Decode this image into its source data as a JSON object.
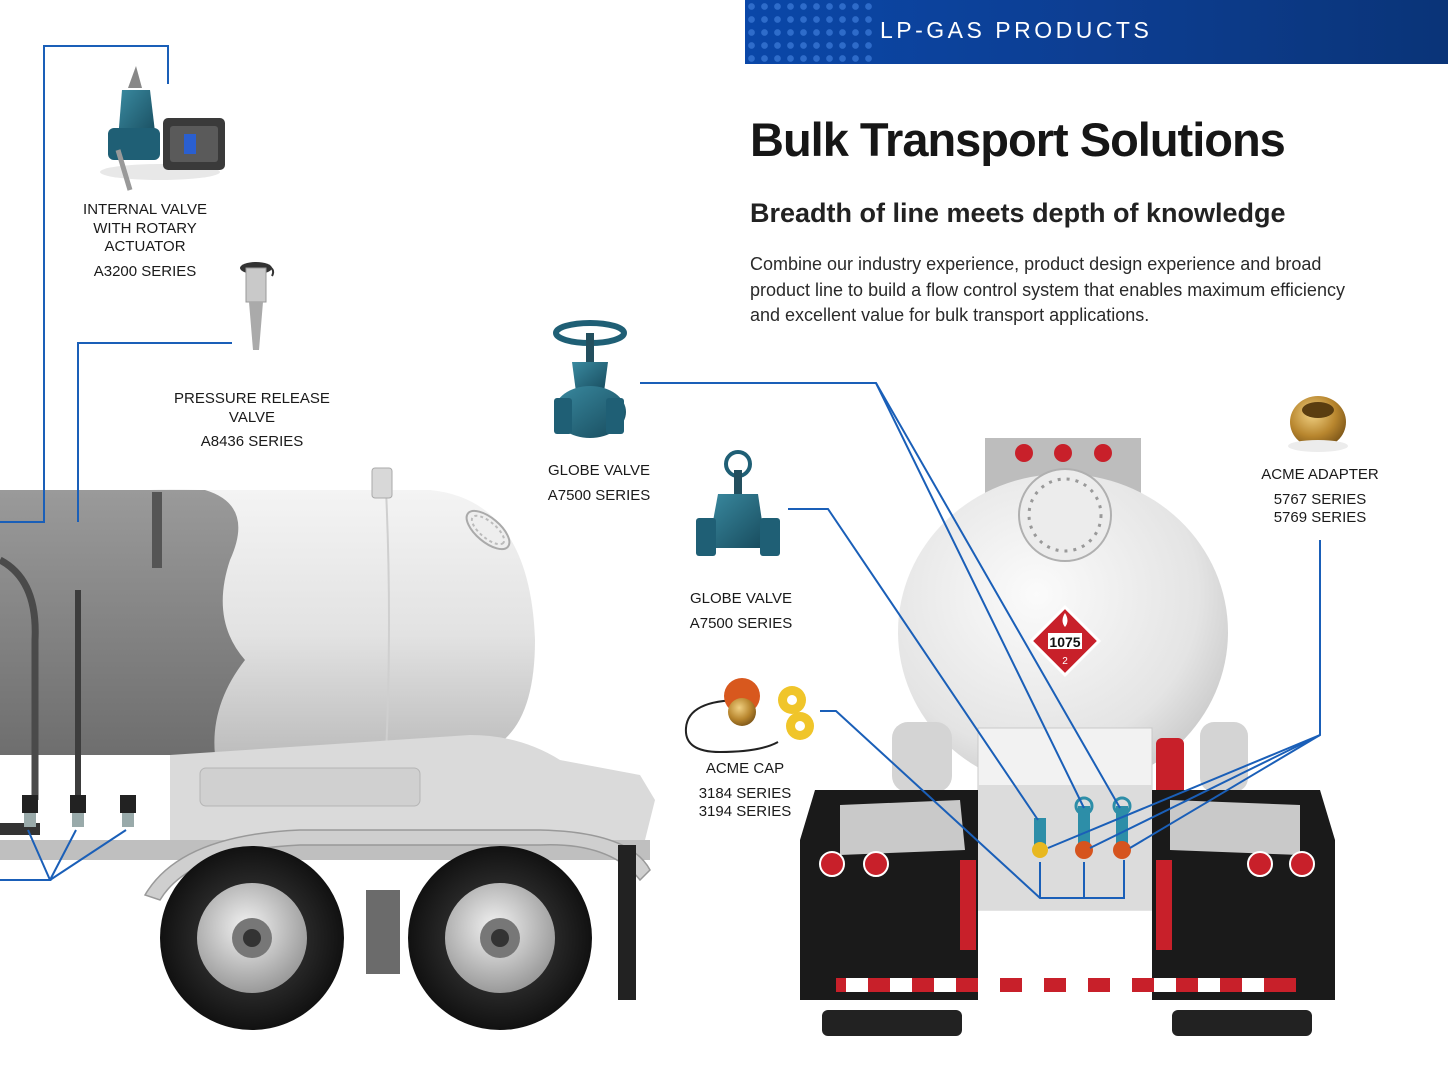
{
  "header": {
    "banner_title": "LP-GAS PRODUCTS"
  },
  "intro": {
    "title": "Bulk Transport Solutions",
    "subtitle": "Breadth of line meets depth of knowledge",
    "body": "Combine our industry experience, product design experience and broad product line to build a flow control system that enables maximum efficiency and excellent value for bulk transport applications."
  },
  "products": [
    {
      "name_lines": [
        "INTERNAL VALVE",
        "WITH ROTARY",
        "ACTUATOR"
      ],
      "series_lines": [
        "A3200 SERIES"
      ]
    },
    {
      "name_lines": [
        "PRESSURE RELEASE",
        "VALVE"
      ],
      "series_lines": [
        "A8436 SERIES"
      ]
    },
    {
      "name_lines": [
        "GLOBE VALVE"
      ],
      "series_lines": [
        "A7500 SERIES"
      ]
    },
    {
      "name_lines": [
        "GLOBE VALVE"
      ],
      "series_lines": [
        "A7500 SERIES"
      ]
    },
    {
      "name_lines": [
        "ACME CAP"
      ],
      "series_lines": [
        "3184 SERIES",
        "3194 SERIES"
      ]
    },
    {
      "name_lines": [
        "ACME ADAPTER"
      ],
      "series_lines": [
        "5767 SERIES",
        "5769 SERIES"
      ]
    }
  ],
  "placard": {
    "un_number": "1075",
    "hazard_class": "2"
  },
  "colors": {
    "banner": "#0a47a8",
    "leader_line": "#1a5fb8",
    "tank": "#e6e6e6",
    "valve": "#1f5f75",
    "brass": "#b8862e",
    "reflector_red": "#c8202a"
  }
}
